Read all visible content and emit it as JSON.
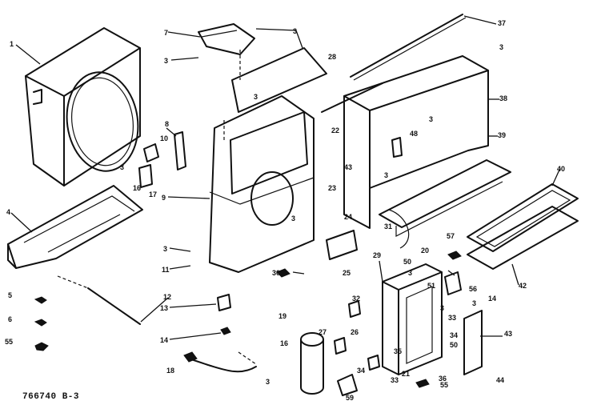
{
  "diagram": {
    "reference_code": "766740 B-3",
    "callouts": {
      "c1": "1",
      "c3": "3",
      "c4": "4",
      "c5": "5",
      "c6": "6",
      "c7": "7",
      "c8": "8",
      "c9": "9",
      "c10": "10",
      "c11": "11",
      "c12": "12",
      "c13": "13",
      "c14": "14",
      "c16": "16",
      "c17": "17",
      "c18": "18",
      "c19": "19",
      "c20": "20",
      "c21": "21",
      "c22": "22",
      "c23": "23",
      "c24": "24",
      "c25": "25",
      "c26": "26",
      "c27": "27",
      "c28": "28",
      "c29": "29",
      "c30": "30",
      "c31": "31",
      "c32": "32",
      "c33": "33",
      "c34": "34",
      "c35": "35",
      "c36": "36",
      "c37": "37",
      "c38": "38",
      "c39": "39",
      "c40": "40",
      "c42": "42",
      "c43": "43",
      "c44": "44",
      "c48": "48",
      "c50": "50",
      "c51": "51",
      "c55": "55",
      "c56": "56",
      "c57": "57",
      "c59": "59"
    }
  }
}
